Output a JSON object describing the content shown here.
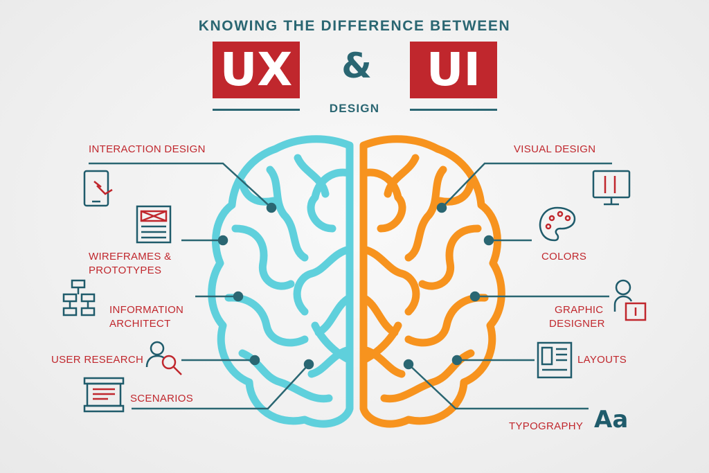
{
  "header": {
    "title": "KNOWING THE DIFFERENCE BETWEEN",
    "left_box": "UX",
    "ampersand": "&",
    "right_box": "UI",
    "subtitle": "DESIGN"
  },
  "ux_items": [
    {
      "label": "INTERACTION DESIGN",
      "icon": "tablet-touch-icon"
    },
    {
      "label": "WIREFRAMES &",
      "label2": "PROTOTYPES",
      "icon": "wireframe-icon"
    },
    {
      "label": "INFORMATION",
      "label2": "ARCHITECT",
      "icon": "sitemap-icon"
    },
    {
      "label": "USER RESEARCH",
      "icon": "user-search-icon"
    },
    {
      "label": "SCENARIOS",
      "icon": "scroll-document-icon"
    }
  ],
  "ui_items": [
    {
      "label": "VISUAL DESIGN",
      "icon": "monitor-tools-icon"
    },
    {
      "label": "COLORS",
      "icon": "palette-icon"
    },
    {
      "label": "GRAPHIC",
      "label2": "DESIGNER",
      "icon": "designer-icon"
    },
    {
      "label": "LAYOUTS",
      "icon": "layout-icon"
    },
    {
      "label": "TYPOGRAPHY",
      "icon": "typography-icon",
      "glyph": "Aa"
    }
  ],
  "colors": {
    "ux": "#5fd0dc",
    "ui": "#f7931e",
    "accent": "#c0272d",
    "line": "#2a6672"
  }
}
